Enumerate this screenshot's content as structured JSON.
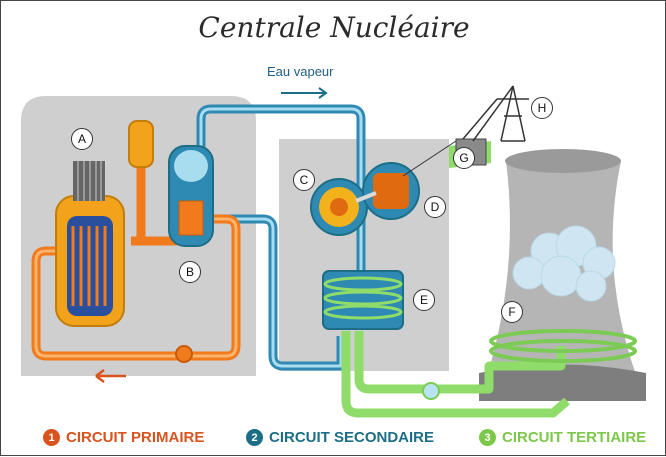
{
  "title": "Centrale Nucléaire",
  "steam_label": "Eau vapeur",
  "labels": {
    "a": "A",
    "b": "B",
    "c": "C",
    "d": "D",
    "e": "E",
    "f": "F",
    "g": "G",
    "h": "H"
  },
  "legend": [
    {
      "num": "1",
      "text": "CIRCUIT PRIMAIRE",
      "color": "#d9531e"
    },
    {
      "num": "2",
      "text": "CIRCUIT SECONDAIRE",
      "color": "#1c6e86"
    },
    {
      "num": "3",
      "text": "CIRCUIT TERTIAIRE",
      "color": "#7cc84a"
    }
  ],
  "colors": {
    "primary": "#f07a1c",
    "secondary": "#2f8ab3",
    "tertiary": "#8fdc6a",
    "building": "#cfcfcf",
    "tower": "#b9b9b9"
  }
}
